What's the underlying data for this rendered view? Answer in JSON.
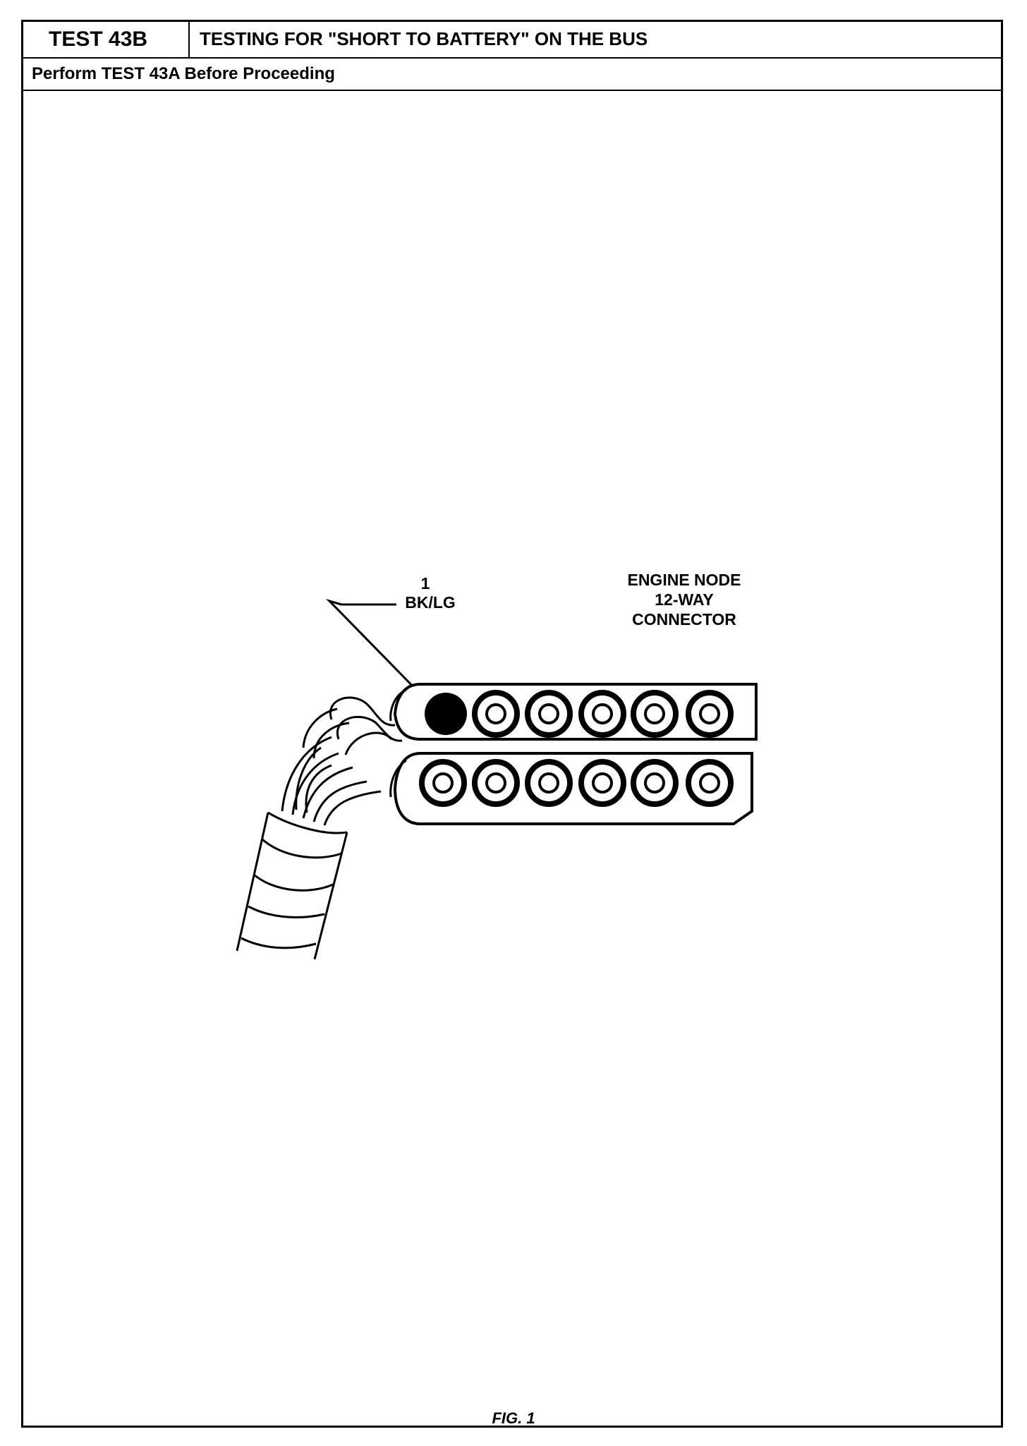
{
  "header": {
    "test_id": "TEST 43B",
    "title": "TESTING FOR \"SHORT TO BATTERY\" ON THE BUS"
  },
  "subheader": "Perform TEST 43A Before Proceeding",
  "diagram": {
    "callout": {
      "pin_number": "1",
      "wire_color": "BK/LG"
    },
    "connector_label": [
      "ENGINE NODE",
      "12-WAY",
      "CONNECTOR"
    ],
    "pins_top_row": 6,
    "pins_bottom_row": 6,
    "highlighted_pin": 1
  },
  "figure_caption": "FIG. 1"
}
